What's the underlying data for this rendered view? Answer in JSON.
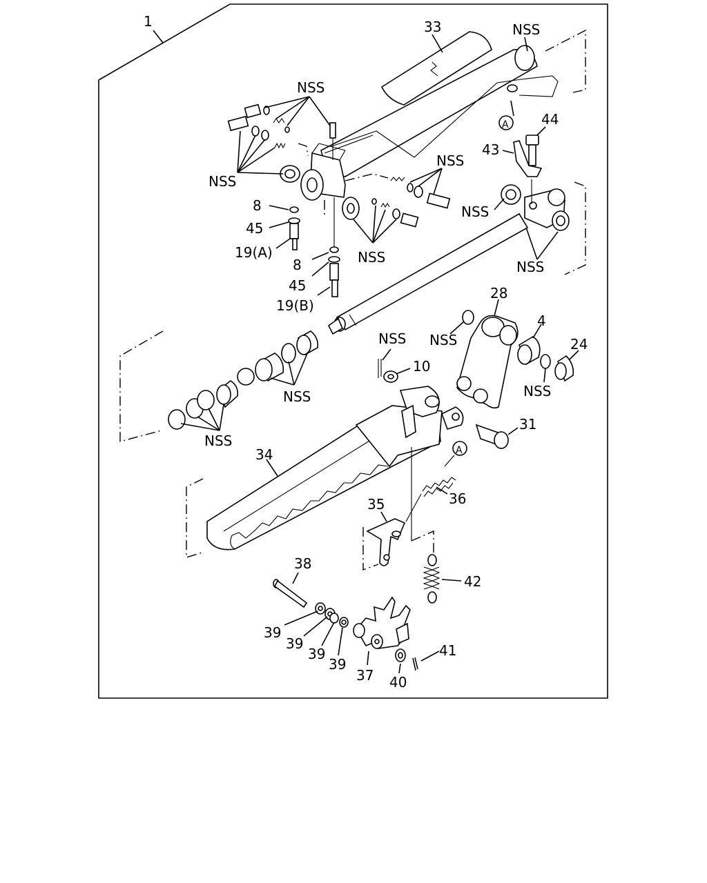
{
  "labels": {
    "assembly": "1",
    "cover": "33",
    "nss": "NSS",
    "bolt_44": "44",
    "bracket_43": "43",
    "washer_8": "8",
    "seal_45": "45",
    "fitting_19a": "19(A)",
    "fitting_19b": "19(B)",
    "lever_28": "28",
    "bushing_4": "4",
    "bushing_24": "24",
    "ring_10": "10",
    "pin_31": "31",
    "frame_34": "34",
    "spring_36": "36",
    "plate_35": "35",
    "spring_42": "42",
    "pin_38": "38",
    "washer_39": "39",
    "bracket_37": "37",
    "washer_40": "40",
    "cotter_41": "41",
    "ref_a": "A"
  },
  "icons": [
    "exploded-view-line-art",
    "circled-reference-a"
  ]
}
